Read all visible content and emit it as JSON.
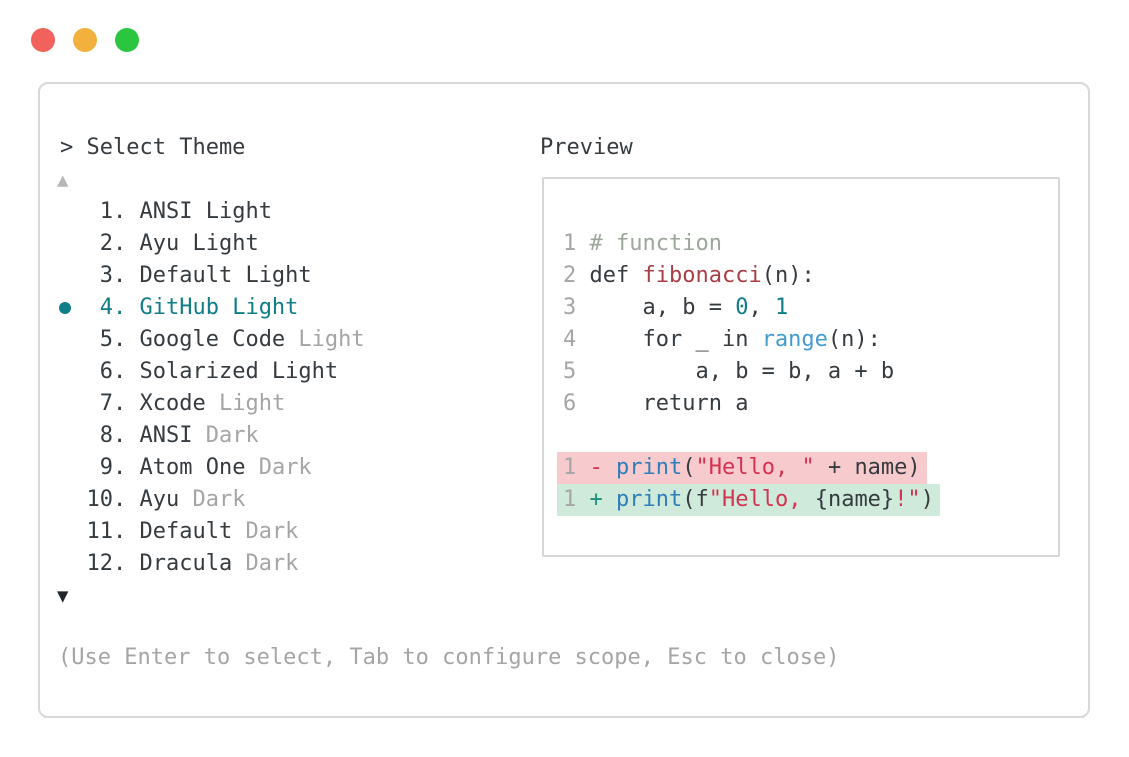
{
  "window": {
    "traffic_lights": [
      {
        "name": "close",
        "color": "#f2615c"
      },
      {
        "name": "minimize",
        "color": "#f2b13c"
      },
      {
        "name": "zoom",
        "color": "#2bc63f"
      }
    ]
  },
  "palette": {
    "panel_border": "#d8d8d8",
    "preview_border": "#d6d6d6",
    "text_dark": "#363b40",
    "text_gray": "#a5a5a5",
    "selection_teal": "#0f7e88",
    "comment_green": "#9ca69b",
    "function_red": "#a93f46",
    "print_blue": "#2e7eb9",
    "range_blue": "#429dce",
    "string_red": "#d53250",
    "diff_plus_green": "#1a9078",
    "diff_del_bg": "#f7cbcd",
    "diff_add_bg": "#cfe9da"
  },
  "prompt": {
    "text": "> Select Theme"
  },
  "theme_list": {
    "scroll_up_indicator": "▲",
    "scroll_down_indicator": "▼",
    "selected_index": 3,
    "items": [
      {
        "number": "1.",
        "name": "ANSI Light",
        "suffix": "",
        "selected": false
      },
      {
        "number": "2.",
        "name": "Ayu Light",
        "suffix": "",
        "selected": false
      },
      {
        "number": "3.",
        "name": "Default Light",
        "suffix": "",
        "selected": false
      },
      {
        "number": "4.",
        "name": "GitHub Light",
        "suffix": "",
        "selected": true
      },
      {
        "number": "5.",
        "name": "Google Code",
        "suffix": "Light",
        "selected": false
      },
      {
        "number": "6.",
        "name": "Solarized Light",
        "suffix": "",
        "selected": false
      },
      {
        "number": "7.",
        "name": "Xcode",
        "suffix": "Light",
        "selected": false
      },
      {
        "number": "8.",
        "name": "ANSI",
        "suffix": "Dark",
        "selected": false
      },
      {
        "number": "9.",
        "name": "Atom One",
        "suffix": "Dark",
        "selected": false
      },
      {
        "number": "10.",
        "name": "Ayu",
        "suffix": "Dark",
        "selected": false
      },
      {
        "number": "11.",
        "name": "Default",
        "suffix": "Dark",
        "selected": false
      },
      {
        "number": "12.",
        "name": "Dracula",
        "suffix": "Dark",
        "selected": false
      }
    ]
  },
  "preview": {
    "label": "Preview",
    "code_lines": [
      {
        "num": "1",
        "tokens": [
          {
            "t": "# function",
            "c": "comment"
          }
        ]
      },
      {
        "num": "2",
        "tokens": [
          {
            "t": "def ",
            "c": "dark"
          },
          {
            "t": "fibonacci",
            "c": "func"
          },
          {
            "t": "(n):",
            "c": "dark"
          }
        ]
      },
      {
        "num": "3",
        "tokens": [
          {
            "t": "    a, b = ",
            "c": "dark"
          },
          {
            "t": "0",
            "c": "teal"
          },
          {
            "t": ", ",
            "c": "dark"
          },
          {
            "t": "1",
            "c": "teal"
          }
        ]
      },
      {
        "num": "4",
        "tokens": [
          {
            "t": "    for _ in ",
            "c": "dark"
          },
          {
            "t": "range",
            "c": "blue2"
          },
          {
            "t": "(n):",
            "c": "dark"
          }
        ]
      },
      {
        "num": "5",
        "tokens": [
          {
            "t": "        a, b = b, a + b",
            "c": "dark"
          }
        ]
      },
      {
        "num": "6",
        "tokens": [
          {
            "t": "    return a",
            "c": "dark"
          }
        ]
      }
    ],
    "diff_lines": [
      {
        "num": "1",
        "type": "deletion",
        "tokens": [
          {
            "t": "- ",
            "c": "minus"
          },
          {
            "t": "print",
            "c": "blue1"
          },
          {
            "t": "(",
            "c": "dark"
          },
          {
            "t": "\"Hello, \"",
            "c": "str"
          },
          {
            "t": " + name)",
            "c": "dark"
          }
        ]
      },
      {
        "num": "1",
        "type": "addition",
        "tokens": [
          {
            "t": "+ ",
            "c": "plus"
          },
          {
            "t": "print",
            "c": "blue1"
          },
          {
            "t": "(f",
            "c": "dark"
          },
          {
            "t": "\"Hello, ",
            "c": "str"
          },
          {
            "t": "{name}",
            "c": "dark"
          },
          {
            "t": "!\"",
            "c": "str"
          },
          {
            "t": ")",
            "c": "dark"
          }
        ]
      }
    ]
  },
  "footer": {
    "hint": "(Use Enter to select, Tab to configure scope, Esc to close)"
  }
}
